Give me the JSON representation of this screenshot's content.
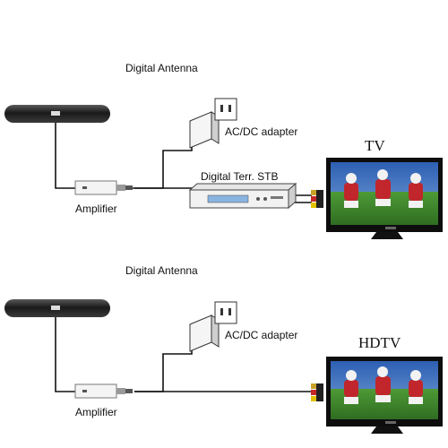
{
  "top_diagram": {
    "antenna_label": "Digital Antenna",
    "adapter_label": "AC/DC adapter",
    "stb_label": "Digital Terr. STB",
    "amplifier_label": "Amplifier",
    "tv_label": "TV"
  },
  "bottom_diagram": {
    "antenna_label": "Digital Antenna",
    "adapter_label": "AC/DC adapter",
    "amplifier_label": "Amplifier",
    "tv_label": "HDTV"
  },
  "colors": {
    "cable": "#111111",
    "antenna_body": "#2a2a2a",
    "tv_bezel": "#0d0d0d",
    "field_green": "#3d8a2c",
    "stadium_blue": "#3a6fc2",
    "jersey_red": "#c0262c"
  }
}
